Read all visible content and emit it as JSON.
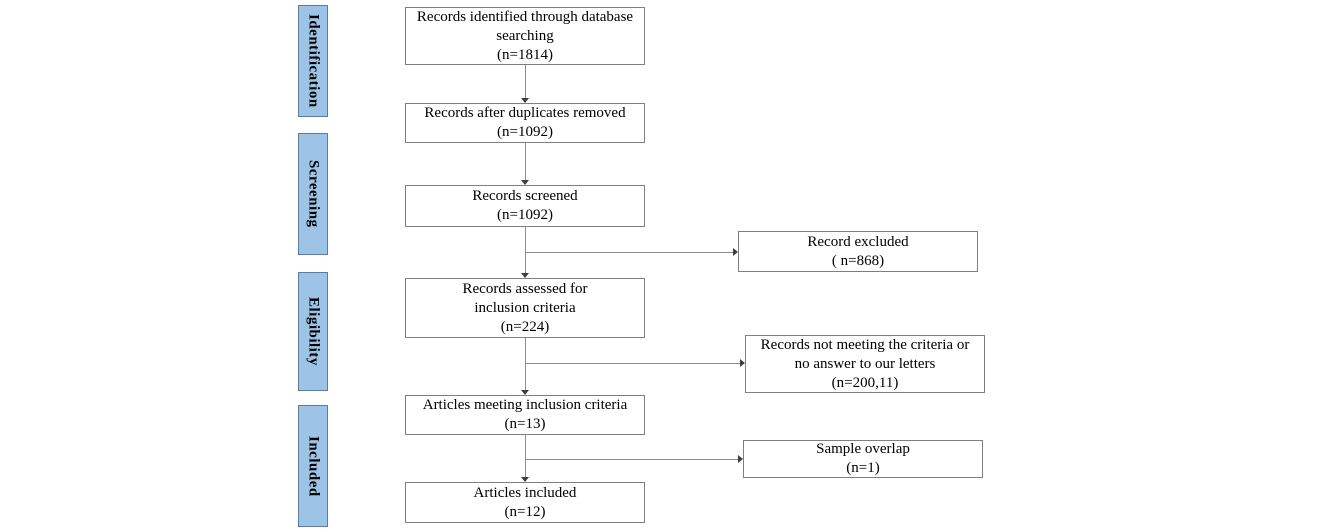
{
  "diagram": {
    "type": "prisma-flowchart",
    "stages": [
      {
        "label": "Identification"
      },
      {
        "label": "Screening"
      },
      {
        "label": "Eligibility"
      },
      {
        "label": "Included"
      }
    ],
    "main_boxes": [
      {
        "id": "records-identified",
        "text": "Records identified through database\nsearching\n(n=1814)"
      },
      {
        "id": "records-after-duplicates",
        "text": "Records after duplicates removed\n(n=1092)"
      },
      {
        "id": "records-screened",
        "text": "Records screened\n(n=1092)"
      },
      {
        "id": "records-assessed",
        "text": "Records assessed for\ninclusion criteria\n(n=224)"
      },
      {
        "id": "articles-meeting",
        "text": "Articles meeting inclusion criteria\n(n=13)"
      },
      {
        "id": "articles-included",
        "text": "Articles included\n(n=12)"
      }
    ],
    "side_boxes": [
      {
        "id": "record-excluded",
        "text": "Record excluded\n( n=868)"
      },
      {
        "id": "records-not-meeting",
        "text": "Records not meeting the criteria or\nno answer to our letters\n(n=200,11)"
      },
      {
        "id": "sample-overlap",
        "text": "Sample overlap\n(n=1)"
      }
    ],
    "colors": {
      "stage_fill": "#9dc3e6",
      "stage_border": "#5a7da6",
      "box_border": "#7f7f7f",
      "connector_line": "#8c8c8c",
      "text": "#000000",
      "background": "#ffffff"
    }
  }
}
